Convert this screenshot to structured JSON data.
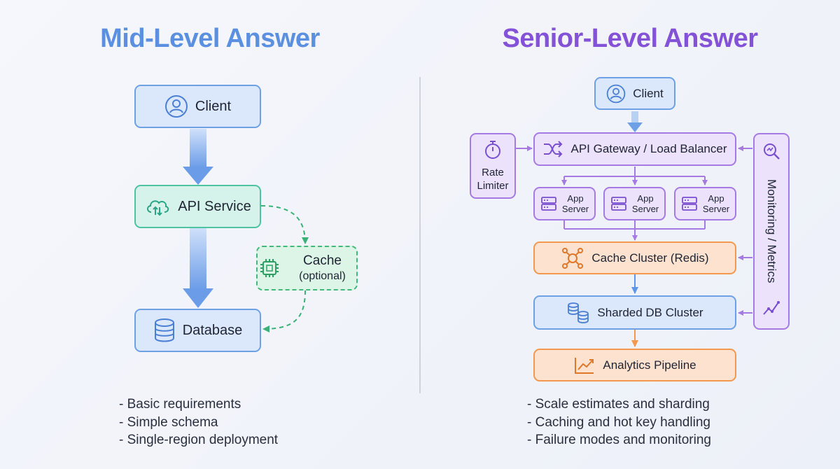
{
  "mid": {
    "title": "Mid-Level Answer",
    "client": "Client",
    "api_service": "API Service",
    "cache_label": "Cache",
    "cache_note": "(optional)",
    "database": "Database",
    "bullets": [
      "- Basic requirements",
      "- Simple schema",
      "- Single-region deployment"
    ]
  },
  "senior": {
    "title": "Senior-Level Answer",
    "client": "Client",
    "gateway": "API Gateway / Load Balancer",
    "rate_limiter_1": "Rate",
    "rate_limiter_2": "Limiter",
    "app_servers": [
      {
        "line1": "App",
        "line2": "Server"
      },
      {
        "line1": "App",
        "line2": "Server"
      },
      {
        "line1": "App",
        "line2": "Server"
      }
    ],
    "monitoring": "Monitoring / Metrics",
    "cache_cluster": "Cache Cluster (Redis)",
    "db_cluster": "Sharded DB Cluster",
    "analytics": "Analytics Pipeline",
    "bullets": [
      "- Scale estimates and sharding",
      "- Caching and hot key handling",
      "- Failure modes and monitoring"
    ]
  },
  "colors": {
    "mid_title": "#5b8fe0",
    "senior_title": "#8452d6",
    "blue": "#6ea0e6",
    "teal": "#4dc3a2",
    "green": "#42b87a",
    "purple": "#a57be3",
    "orange": "#f2994f"
  }
}
